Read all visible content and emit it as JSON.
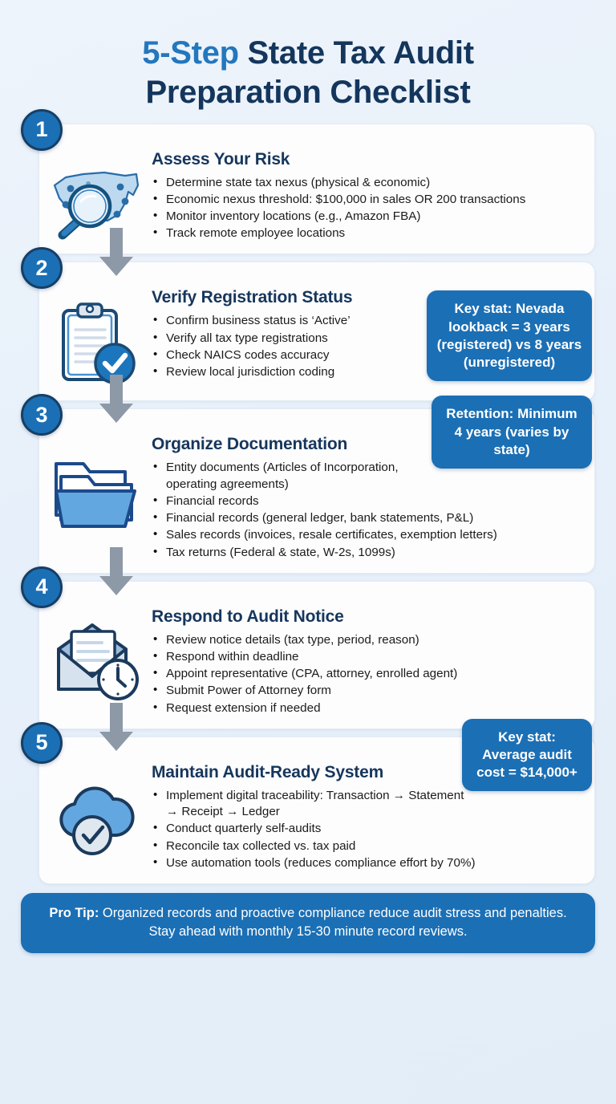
{
  "title": {
    "accent": "5-Step",
    "rest": " State Tax Audit",
    "line2": "Preparation Checklist"
  },
  "colors": {
    "accent_blue": "#2377bd",
    "deep_navy": "#14365c",
    "callout_blue": "#1b6fb5",
    "arrow_gray": "#8d99a6",
    "background": "#eaf1fa",
    "card": "#fdfdfe"
  },
  "steps": [
    {
      "number": "1",
      "icon": "us-map-magnifier-icon",
      "title": "Assess Your Risk",
      "bullets": [
        "Determine state tax nexus (physical & economic)",
        "Economic nexus threshold: $100,000 in sales OR 200 transactions",
        "Monitor inventory locations (e.g., Amazon FBA)",
        "Track remote employee locations"
      ],
      "callout": null
    },
    {
      "number": "2",
      "icon": "clipboard-check-icon",
      "title": "Verify Registration Status",
      "bullets": [
        "Confirm business status is ‘Active’",
        "Verify all tax type registrations",
        "Check NAICS codes accuracy",
        "Review local jurisdiction coding"
      ],
      "callout": "Key stat: Nevada lookback = 3 years (registered) vs 8 years (unregistered)"
    },
    {
      "number": "3",
      "icon": "folder-stack-icon",
      "title": "Organize Documentation",
      "bullets": [
        "Entity documents (Articles of Incorporation, operating agreements)",
        "Financial records",
        "Financial records (general ledger, bank statements, P&L)",
        "Sales records (invoices, resale certificates, exemption letters)",
        "Tax returns (Federal & state, W-2s, 1099s)"
      ],
      "callout": "Retention: Minimum 4 years (varies by state)"
    },
    {
      "number": "4",
      "icon": "envelope-clock-icon",
      "title": "Respond to Audit Notice",
      "bullets": [
        "Review notice details (tax type, period, reason)",
        "Respond within deadline",
        "Appoint representative (CPA, attorney, enrolled agent)",
        "Submit Power of Attorney form",
        "Request extension if needed"
      ],
      "callout": null
    },
    {
      "number": "5",
      "icon": "cloud-check-icon",
      "title": "Maintain Audit-Ready System",
      "bullets": [
        "Implement digital traceability: Transaction → Statement → Receipt → Ledger",
        "Conduct quarterly self-audits",
        "Reconcile tax collected vs. tax paid",
        "Use automation tools (reduces compliance effort by 70%)"
      ],
      "callout": "Key stat: Average audit cost = $14,000+"
    }
  ],
  "protip": {
    "label": "Pro Tip:",
    "text": " Organized records and proactive compliance reduce audit stress and penalties. Stay ahead with monthly 15-30 minute record reviews."
  }
}
